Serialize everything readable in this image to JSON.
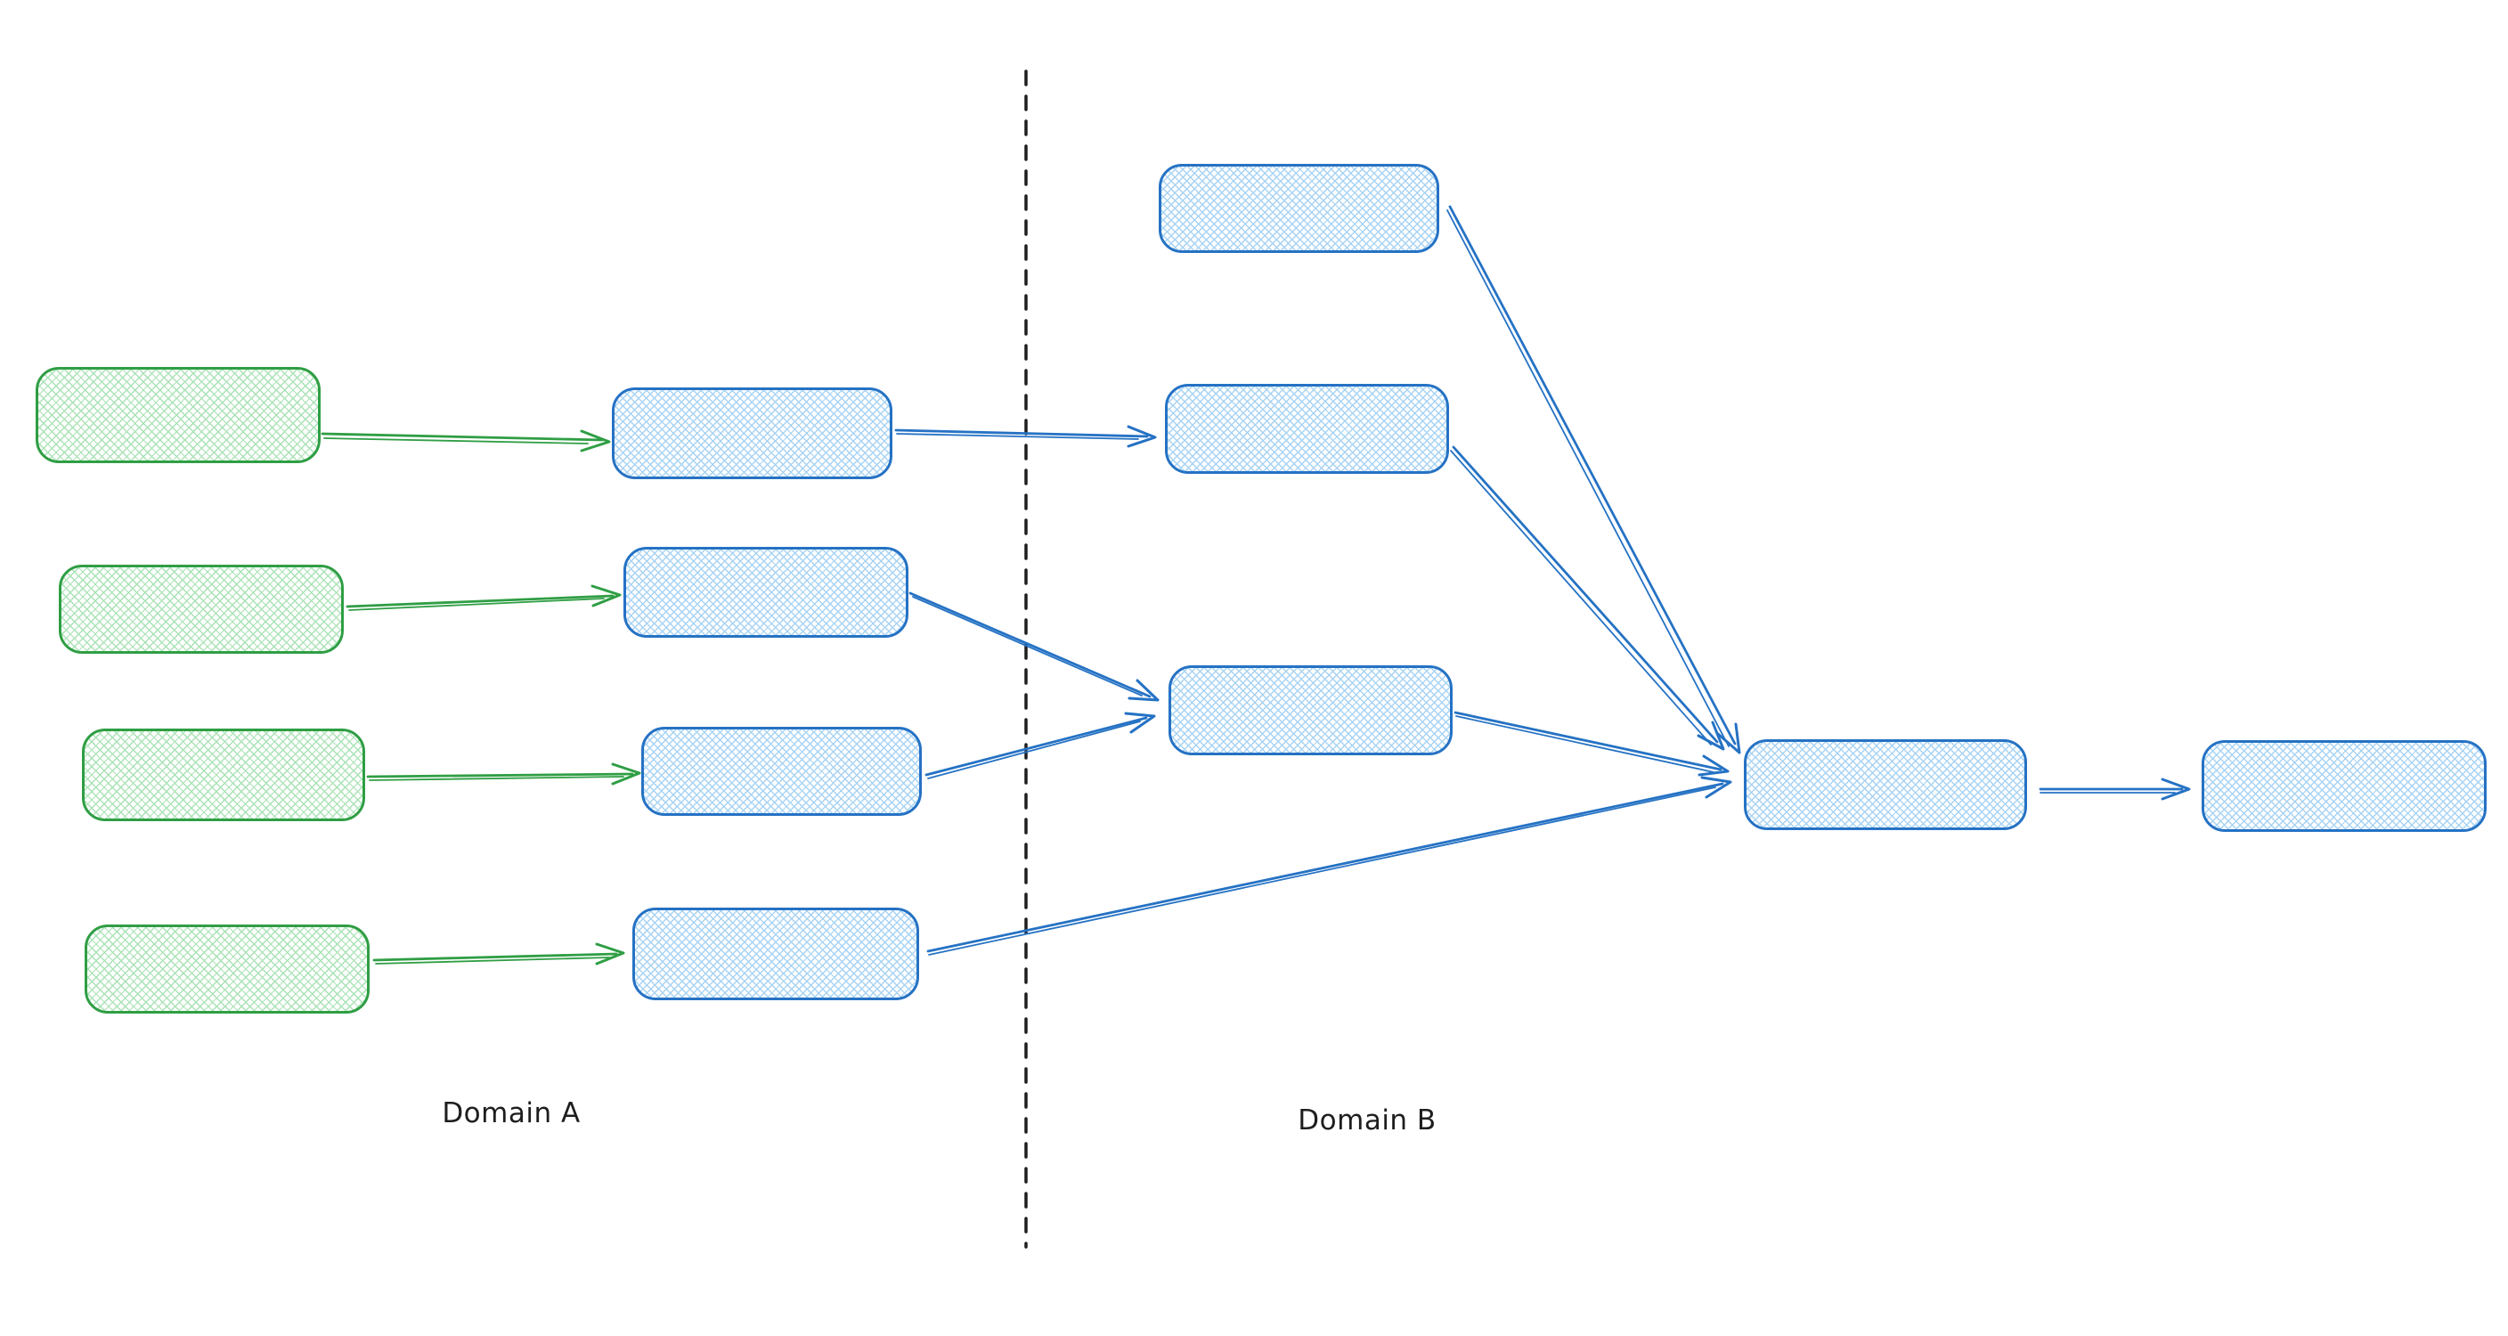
{
  "diagram": {
    "labels": {
      "domain_a": "Domain A",
      "domain_b": "Domain B"
    },
    "colors": {
      "background": "#ffffff",
      "green_stroke": "#2f9e44",
      "green_hatch": "#a9e2b5",
      "blue_stroke": "#2572c4",
      "blue_hatch": "#a7d3f4",
      "divider": "#1e1e1e",
      "text": "#1e1e1e"
    },
    "nodes": [
      {
        "id": "green-box-1",
        "domain": "domain-a",
        "color": "green",
        "text": ""
      },
      {
        "id": "green-box-2",
        "domain": "domain-a",
        "color": "green",
        "text": ""
      },
      {
        "id": "green-box-3",
        "domain": "domain-a",
        "color": "green",
        "text": ""
      },
      {
        "id": "green-box-4",
        "domain": "domain-a",
        "color": "green",
        "text": ""
      },
      {
        "id": "blue-box-a1",
        "domain": "domain-a",
        "color": "blue",
        "text": ""
      },
      {
        "id": "blue-box-a2",
        "domain": "domain-a",
        "color": "blue",
        "text": ""
      },
      {
        "id": "blue-box-a3",
        "domain": "domain-a",
        "color": "blue",
        "text": ""
      },
      {
        "id": "blue-box-a4",
        "domain": "domain-a",
        "color": "blue",
        "text": ""
      },
      {
        "id": "blue-box-b1",
        "domain": "domain-b",
        "color": "blue",
        "text": ""
      },
      {
        "id": "blue-box-b2",
        "domain": "domain-b",
        "color": "blue",
        "text": ""
      },
      {
        "id": "blue-box-b3",
        "domain": "domain-b",
        "color": "blue",
        "text": ""
      },
      {
        "id": "blue-box-merge",
        "domain": "domain-b",
        "color": "blue",
        "text": ""
      },
      {
        "id": "blue-box-output",
        "domain": "domain-b",
        "color": "blue",
        "text": ""
      }
    ],
    "edges": [
      {
        "from": "green-box-1",
        "to": "blue-box-a1",
        "color": "green"
      },
      {
        "from": "green-box-2",
        "to": "blue-box-a2",
        "color": "green"
      },
      {
        "from": "green-box-3",
        "to": "blue-box-a3",
        "color": "green"
      },
      {
        "from": "green-box-4",
        "to": "blue-box-a4",
        "color": "green"
      },
      {
        "from": "blue-box-a1",
        "to": "blue-box-b2",
        "color": "blue"
      },
      {
        "from": "blue-box-a2",
        "to": "blue-box-b3",
        "color": "blue"
      },
      {
        "from": "blue-box-a3",
        "to": "blue-box-b3",
        "color": "blue"
      },
      {
        "from": "blue-box-a4",
        "to": "blue-box-merge",
        "color": "blue"
      },
      {
        "from": "blue-box-b1",
        "to": "blue-box-merge",
        "color": "blue"
      },
      {
        "from": "blue-box-b2",
        "to": "blue-box-merge",
        "color": "blue"
      },
      {
        "from": "blue-box-b3",
        "to": "blue-box-merge",
        "color": "blue"
      },
      {
        "from": "blue-box-merge",
        "to": "blue-box-output",
        "color": "blue"
      }
    ]
  }
}
